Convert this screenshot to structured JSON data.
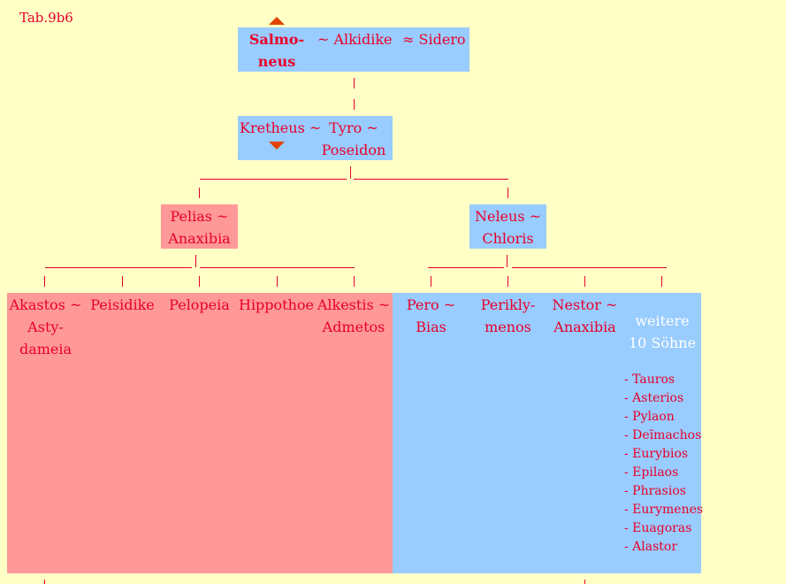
{
  "tab_label": "Tab.9b6",
  "gen1": {
    "salmoneus_1": "Salmo-",
    "salmoneus_2": "neus",
    "wife1": "~ Alkidike",
    "wife2": "≈ Sidero"
  },
  "gen2": {
    "kretheus": "Kretheus ~",
    "tyro_1": "Tyro ~",
    "tyro_2": "Poseidon"
  },
  "gen3": {
    "pelias_1": "Pelias ~",
    "pelias_2": "Anaxibia",
    "neleus_1": "Neleus ~",
    "neleus_2": "Chloris"
  },
  "gen4_pelias": {
    "akastos_1": "Akastos ~",
    "akastos_2": "Asty-",
    "akastos_3": "dameia",
    "peisidike": "Peisidike",
    "pelopeia": "Pelopeia",
    "hippothoe": "Hippothoe",
    "alkestis_1": "Alkestis ~",
    "alkestis_2": "Admetos"
  },
  "gen4_neleus": {
    "pero_1": "Pero ~",
    "pero_2": "Bias",
    "periklymenos_1": "Perikly-",
    "periklymenos_2": "menos",
    "nestor_1": "Nestor ~",
    "nestor_2": "Anaxibia",
    "weitere_1": "weitere",
    "weitere_2": "10 Söhne",
    "sons": [
      "- Tauros",
      "- Asterios",
      "- Pylaon",
      "- Deïmachos",
      "- Eurybios",
      "- Epilaos",
      "- Phrasios",
      "- Eurymenes",
      "- Euagoras",
      "- Alastor"
    ]
  },
  "connectors": {
    "gen2_bar": "___________________|___________________",
    "pelias_bar": "___________________|___________________",
    "neleus_bar": "__________|___________________"
  },
  "colors": {
    "background": "#ffffc6",
    "blue_box": "#99ccff",
    "red_box": "#ff9999",
    "text": "#e8002a",
    "arrow": "#e24400"
  }
}
